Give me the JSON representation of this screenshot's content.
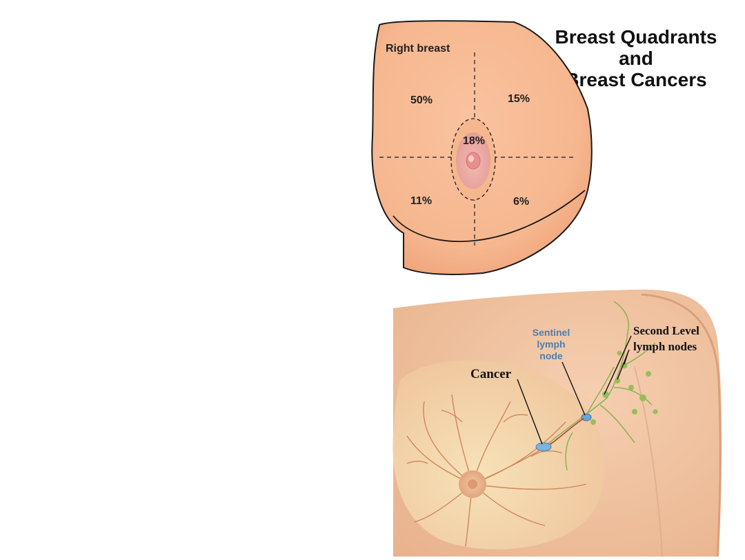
{
  "title": {
    "line1": "Breast Quadrants",
    "line2": "and",
    "line3": "Breast Cancers"
  },
  "quadrant_diagram": {
    "side_label": "Right breast",
    "upper_outer": "50%",
    "upper_inner": "15%",
    "central": "18%",
    "lower_outer": "11%",
    "lower_inner": "6%",
    "colors": {
      "skin": "#f6b78f",
      "areola": "#eba8a2",
      "nipple": "#e9908c",
      "outline": "#1a1a1a"
    }
  },
  "lymph_diagram": {
    "cancer_label": "Cancer",
    "sentinel_label_1": "Sentinel",
    "sentinel_label_2": "lymph",
    "sentinel_label_3": "node",
    "second_level_label_1": "Second Level",
    "second_level_label_2": "lymph nodes",
    "colors": {
      "skin": "#f3c6a4",
      "ducts": "#c9784f",
      "lymph": "#7fae4a",
      "sentinel": "#6aa6d8",
      "sentinel_text": "#4a7fb5"
    }
  }
}
